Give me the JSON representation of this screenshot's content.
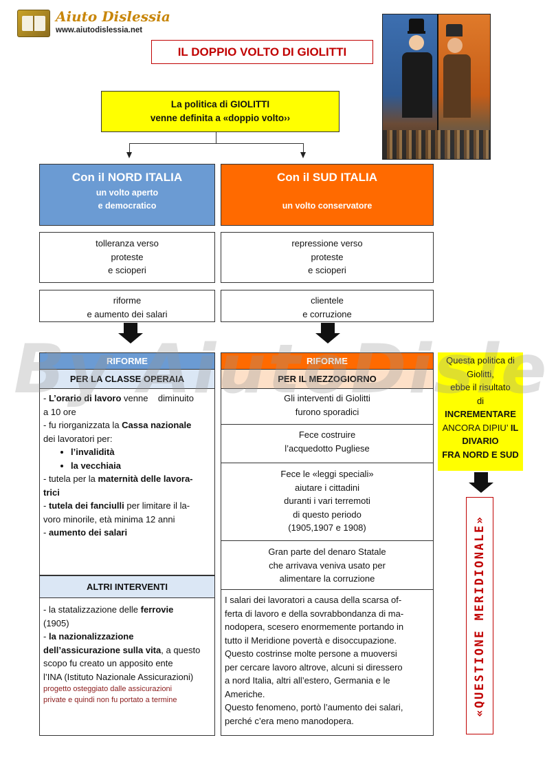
{
  "header": {
    "brand": "Aiuto Dislessia",
    "url": "www.aiutodislessia.net"
  },
  "title": "IL DOPPIO VOLTO DI GIOLITTI",
  "intro": {
    "line1": "La politica di GIOLITTI",
    "line2": "venne definita  a «doppio volto››"
  },
  "nord": {
    "title": "Con il NORD ITALIA",
    "sub1": "un volto aperto",
    "sub2": "e democratico",
    "box1": [
      "tolleranza verso",
      "proteste",
      "e scioperi"
    ],
    "box2": [
      "riforme",
      "e aumento dei salari"
    ],
    "riforme_label": "RIFORME",
    "section_title": "PER LA CLASSE OPERAIA",
    "items": {
      "l1a": "- ",
      "l1b": "L’orario di lavoro",
      "l1c": " venne    diminuito",
      "l2": "a 10 ore",
      "l3a": "- fu riorganizzata la ",
      "l3b": "Cassa nazionale",
      "l4": "dei lavoratori per:",
      "bullet1": "l’invalidità",
      "bullet2": "la vecchiaia",
      "l5a": "- tutela per la ",
      "l5b": "maternità delle lavora-",
      "l6": "trici",
      "l7a": "- ",
      "l7b": "tutela dei fanciulli",
      "l7c": " per limitare il la-",
      "l8": "voro minorile, età minima 12 anni",
      "l9a": "- ",
      "l9b": "aumento dei salari"
    },
    "altri_title": "ALTRI INTERVENTI",
    "altri": {
      "a1a": "- la statalizzazione delle ",
      "a1b": "ferrovie",
      "a2": "(1905)",
      "a3a": "- ",
      "a3b": "la nazionalizzazione",
      "a4a": "dell’assicurazione sulla vita",
      "a4b": ", a questo",
      "a5": "scopo fu creato un apposito ente",
      "a6": "l’INA (Istituto Nazionale Assicurazioni)",
      "a7": "progetto osteggiato dalle assicurazioni",
      "a8": "private e quindi non fu portato a termine"
    }
  },
  "sud": {
    "title": "Con il SUD ITALIA",
    "sub": "un volto conservatore",
    "box1": [
      "repressione verso",
      "proteste",
      "e scioperi"
    ],
    "box2": [
      "clientele",
      "e corruzione"
    ],
    "riforme_label": "RIFORME",
    "section_title": "PER IL MEZZOGIORNO",
    "b1": [
      "Gli interventi di Giolitti",
      "furono sporadici"
    ],
    "b2": [
      "Fece costruire",
      "l’acquedotto Pugliese"
    ],
    "b3": [
      "Fece le «leggi speciali»",
      "aiutare i cittadini",
      "duranti i vari terremoti",
      "di questo periodo",
      "(1905,1907 e 1908)"
    ],
    "b4": [
      "Gran parte del denaro Statale",
      "che arrivava veniva usato per",
      "alimentare la corruzione"
    ],
    "b5": [
      "I salari dei lavoratori a causa della scarsa of-",
      "ferta di lavoro e della sovrabbondanza di ma-",
      "nodopera, scesero enormemente portando in",
      "tutto il Meridione povertà e disoccupazione.",
      "Questo costrinse molte persone a muoversi",
      "per cercare lavoro altrove, alcuni si diressero",
      "a nord Italia, altri all’estero, Germania e le",
      "Americhe.",
      "Questo fenomeno, portò l’aumento dei salari,",
      "perché c’era meno manodopera."
    ]
  },
  "side": {
    "l1": "Questa politica di",
    "l2": "Giolitti,",
    "l3": "ebbe il risultato",
    "l4": "di",
    "l5": "INCREMENTARE",
    "l6a": "ANCORA DIPIU’ ",
    "l6b": "IL",
    "l7": "DIVARIO",
    "l8": "FRA NORD E SUD",
    "vertical": "«QUESTIONE  MERIDIONALE»"
  },
  "watermark": "By AiutoDislessia.net",
  "colors": {
    "title_red": "#c00000",
    "intro_yellow": "#ffff00",
    "nord_blue": "#6b9bd3",
    "sud_orange": "#ff6a00",
    "light_blue": "#dbe7f5",
    "light_orange": "#fde0c8"
  }
}
